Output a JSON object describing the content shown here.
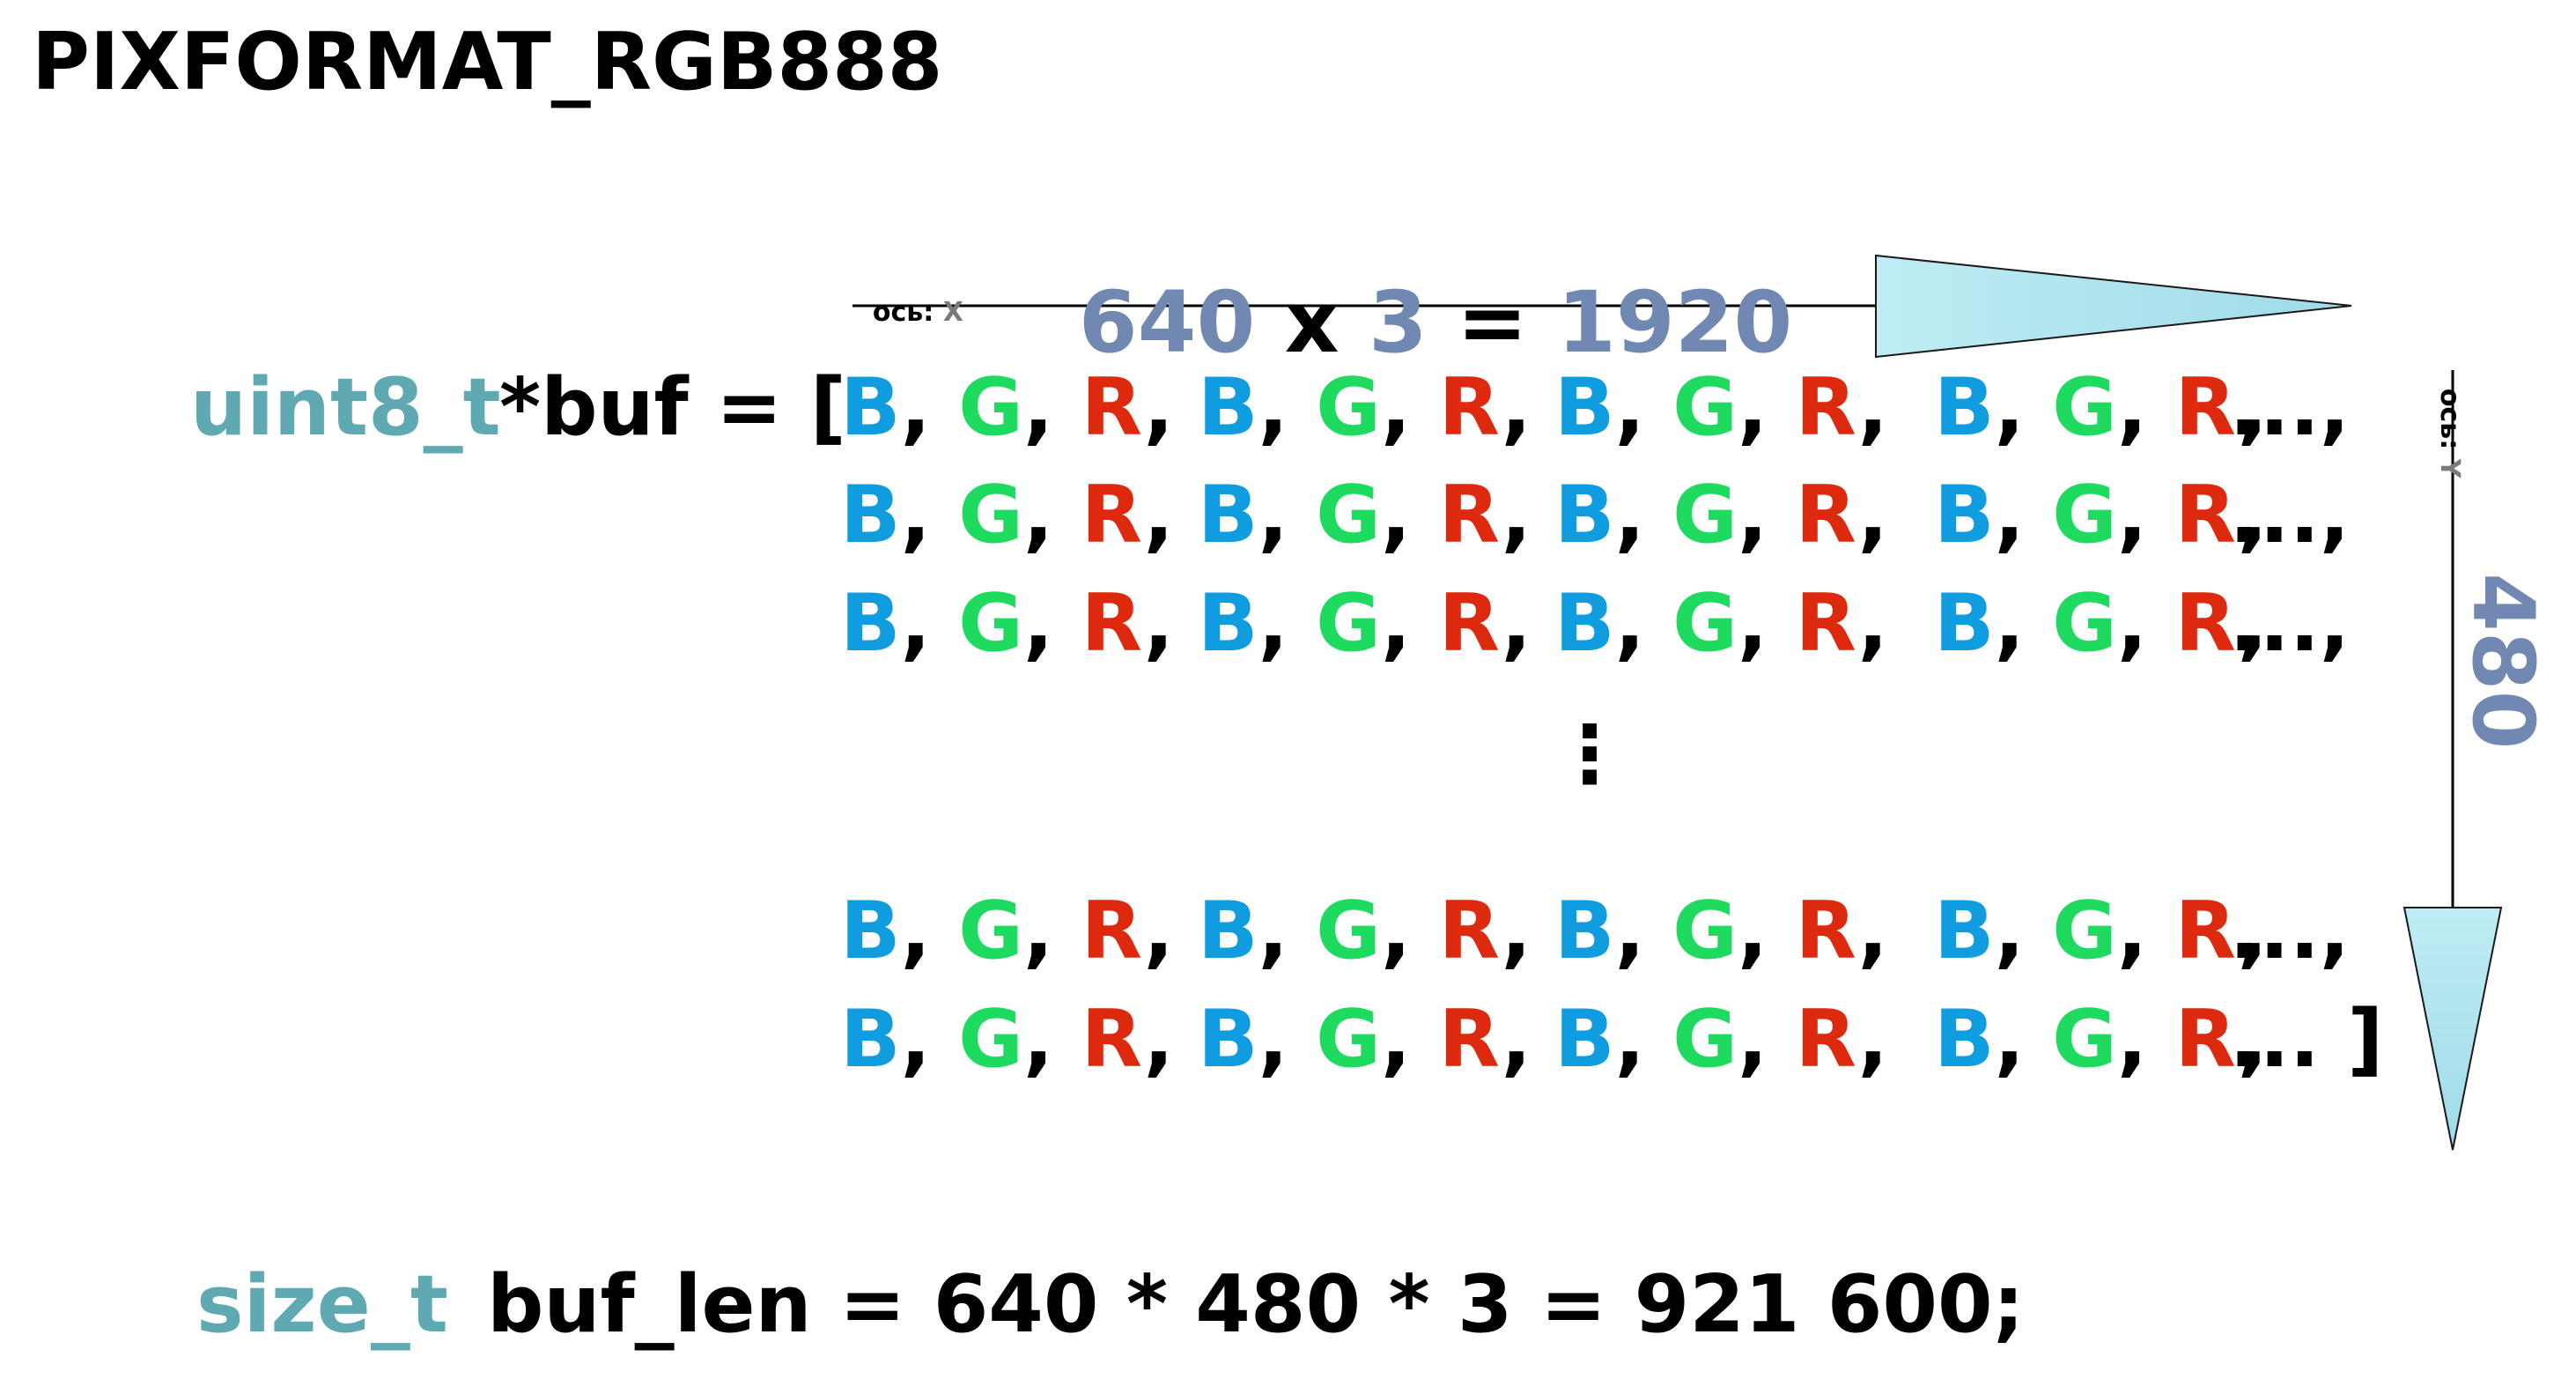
{
  "title": "PIXFORMAT_RGB888",
  "x_axis": {
    "label_word": "ось:",
    "label_letter": "X",
    "width": "640",
    "times": "x",
    "bytes": "3",
    "equals": "=",
    "row_bytes": "1920"
  },
  "y_axis": {
    "label_word": "ось:",
    "label_letter": "Y",
    "height": "480"
  },
  "declaration": {
    "type": "uint8_t",
    "name": "*buf = ["
  },
  "buffer": {
    "channels": [
      {
        "letter": "B",
        "color": "#109de0"
      },
      {
        "letter": "G",
        "color": "#1edb5f"
      },
      {
        "letter": "R",
        "color": "#dd2a0f"
      }
    ],
    "rows": [
      {
        "pixels": [
          "B, G, R,",
          "B, G, R,",
          "B, G, R,",
          "B, G, R,"
        ],
        "tail": " ...,"
      },
      {
        "pixels": [
          "B, G, R,",
          "B, G, R,",
          "B, G, R,",
          "B, G, R,"
        ],
        "tail": " ...,"
      },
      {
        "pixels": [
          "B, G, R,",
          "B, G, R,",
          "B, G, R,",
          "B, G, R,"
        ],
        "tail": " ...,"
      },
      {
        "pixels": [
          "B, G, R,",
          "B, G, R,",
          "B, G, R,",
          "B, G, R,"
        ],
        "tail": " ...,"
      },
      {
        "pixels": [
          "B, G, R,",
          "B, G, R,",
          "B, G, R,",
          "B, G, R,"
        ],
        "tail": " ... ]"
      }
    ],
    "vertical_ellipsis": "⋮"
  },
  "size": {
    "type": "size_t",
    "expression": "buf_len = 640 * 480 * 3 = 921 600;"
  }
}
